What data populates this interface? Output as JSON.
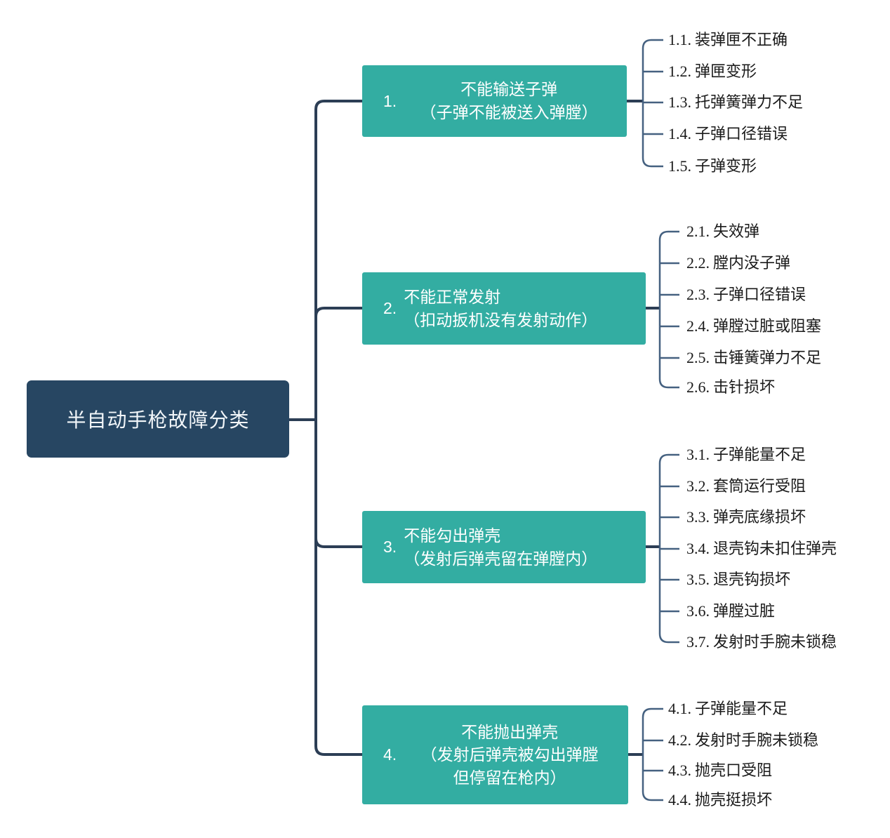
{
  "root": {
    "label": "半自动手枪故障分类"
  },
  "branches": [
    {
      "num": "1.",
      "lines": [
        "不能输送子弹",
        "（子弹不能被送入弹膛）"
      ],
      "items": [
        {
          "num": "1.1.",
          "text": "装弹匣不正确"
        },
        {
          "num": "1.2.",
          "text": "弹匣变形"
        },
        {
          "num": "1.3.",
          "text": "托弹簧弹力不足"
        },
        {
          "num": "1.4.",
          "text": "子弹口径错误"
        },
        {
          "num": "1.5.",
          "text": "子弹变形"
        }
      ]
    },
    {
      "num": "2.",
      "lines": [
        "不能正常发射",
        "（扣动扳机没有发射动作）"
      ],
      "items": [
        {
          "num": "2.1.",
          "text": "失效弹"
        },
        {
          "num": "2.2.",
          "text": "膛内没子弹"
        },
        {
          "num": "2.3.",
          "text": "子弹口径错误"
        },
        {
          "num": "2.4.",
          "text": "弹膛过脏或阻塞"
        },
        {
          "num": "2.5.",
          "text": "击锤簧弹力不足"
        },
        {
          "num": "2.6.",
          "text": "击针损坏"
        }
      ]
    },
    {
      "num": "3.",
      "lines": [
        "不能勾出弹壳",
        "（发射后弹壳留在弹膛内）"
      ],
      "items": [
        {
          "num": "3.1.",
          "text": "子弹能量不足"
        },
        {
          "num": "3.2.",
          "text": "套筒运行受阻"
        },
        {
          "num": "3.3.",
          "text": "弹壳底缘损坏"
        },
        {
          "num": "3.4.",
          "text": "退壳钩未扣住弹壳"
        },
        {
          "num": "3.5.",
          "text": "退壳钩损坏"
        },
        {
          "num": "3.6.",
          "text": "弹膛过脏"
        },
        {
          "num": "3.7.",
          "text": "发射时手腕未锁稳"
        }
      ]
    },
    {
      "num": "4.",
      "lines": [
        "不能抛出弹壳",
        "（发射后弹壳被勾出弹膛",
        "但停留在枪内）"
      ],
      "items": [
        {
          "num": "4.1.",
          "text": "子弹能量不足"
        },
        {
          "num": "4.2.",
          "text": "发射时手腕未锁稳"
        },
        {
          "num": "4.3.",
          "text": "抛壳口受阻"
        },
        {
          "num": "4.4.",
          "text": "抛壳挺损坏"
        }
      ]
    }
  ],
  "colors": {
    "branch_teal": "#33ada2",
    "root_navy": "#274662",
    "line_dark": "#2c3e55",
    "line_sub": "#456180",
    "leaf_text": "#1a1a1a"
  }
}
